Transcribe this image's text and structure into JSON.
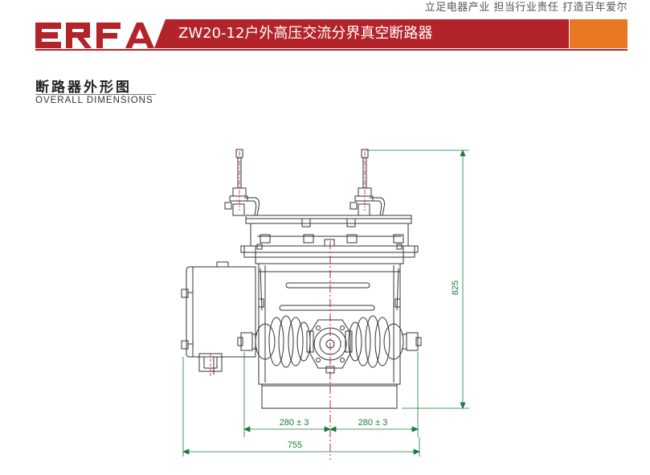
{
  "header": {
    "slogan": "立足电器产业  担当行业责任  打造百年爱尔",
    "logo_text": "ERFA",
    "title": "ZW20-12户外高压交流分界真空断路器"
  },
  "section": {
    "title": "断路器外形图",
    "subtitle": "OVERALL DIMENSIONS"
  },
  "dimensions": {
    "height": "825",
    "left_span": "280 ± 3",
    "right_span": "280 ± 3",
    "total_width": "755"
  },
  "colors": {
    "brand_red": "#b3232a",
    "accent_orange": "#e87722",
    "dimension_green": "#1a7a3a",
    "centerline_red": "#cc2222"
  }
}
